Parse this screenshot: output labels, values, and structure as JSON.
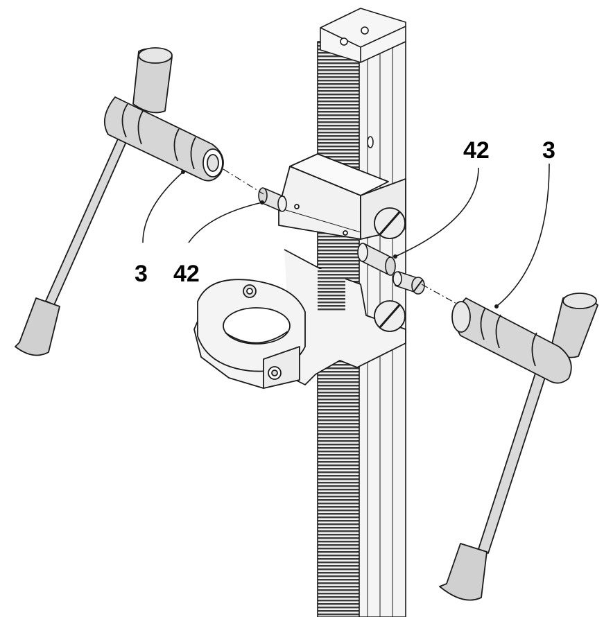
{
  "callouts": {
    "left_handle": "3",
    "left_pin": "42",
    "right_pin": "42",
    "right_handle": "3"
  },
  "colors": {
    "outline": "#1a1a1a",
    "part_fill": "#f2f2f2",
    "handle_fill": "#d4d4d4",
    "rack_teeth": "#3a3a3a",
    "background": "#ffffff"
  }
}
